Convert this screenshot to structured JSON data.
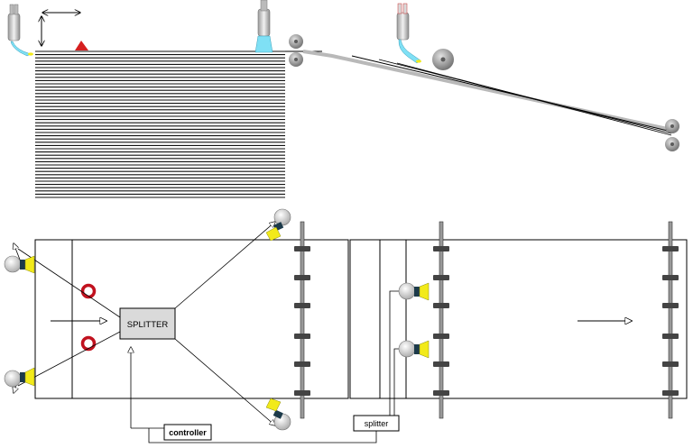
{
  "diagram": {
    "labels": {
      "splitter_box": "SPLITTER",
      "controller": "controller",
      "splitter_small": "splitter"
    },
    "colors": {
      "line": "#000000",
      "sheet_line": "#111111",
      "web_gray": "#b9b9b9",
      "roller_gray": "#8f8f8f",
      "splitter_fill": "#dadada",
      "sensor_yellow": "#f2ea1a",
      "sensor_dark": "#1c3a4a",
      "ring_red": "#c1121f",
      "nozzle_silver": "#c9c9c9",
      "spray_cyan": "#7fe0f5",
      "marker_red": "#d51f1f"
    },
    "icons": [
      "nozzle-icon",
      "spray-icon",
      "move-arrow-icon",
      "roller-icon",
      "camera-sensor-icon",
      "red-ring-icon",
      "sprocket-icon",
      "flow-arrow-icon"
    ]
  }
}
